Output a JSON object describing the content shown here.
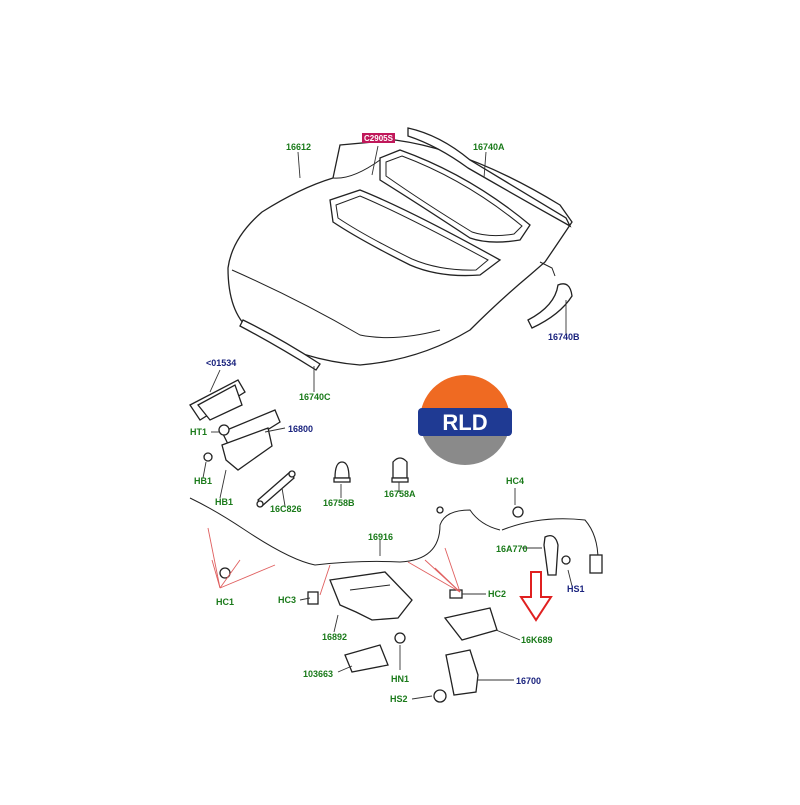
{
  "logo": {
    "text": "RLD",
    "colors": {
      "orange": "#ef6a22",
      "gray": "#8a8a8a",
      "blue": "#1f3a93"
    }
  },
  "highlight": {
    "text": "C2905S",
    "color": "#c0185a"
  },
  "labels": [
    {
      "id": "16612",
      "color": "#1a7a1a"
    },
    {
      "id": "16740A",
      "color": "#1a7a1a"
    },
    {
      "id": "16740B",
      "color": "#1a237e"
    },
    {
      "id": "16740C",
      "color": "#1a7a1a"
    },
    {
      "id": "<01534",
      "color": "#1a237e"
    },
    {
      "id": "HT1",
      "color": "#1a7a1a"
    },
    {
      "id": "16800",
      "color": "#1a237e"
    },
    {
      "id": "HB1",
      "color": "#1a7a1a"
    },
    {
      "id": "HB1",
      "color": "#1a7a1a"
    },
    {
      "id": "16C826",
      "color": "#1a7a1a"
    },
    {
      "id": "16758B",
      "color": "#1a7a1a"
    },
    {
      "id": "16758A",
      "color": "#1a7a1a"
    },
    {
      "id": "HC4",
      "color": "#1a7a1a"
    },
    {
      "id": "16916",
      "color": "#1a7a1a"
    },
    {
      "id": "16A770",
      "color": "#1a7a1a"
    },
    {
      "id": "HS1",
      "color": "#1a237e"
    },
    {
      "id": "HC1",
      "color": "#1a7a1a"
    },
    {
      "id": "HC3",
      "color": "#1a7a1a"
    },
    {
      "id": "HC2",
      "color": "#1a7a1a"
    },
    {
      "id": "16892",
      "color": "#1a7a1a"
    },
    {
      "id": "16K689",
      "color": "#1a7a1a"
    },
    {
      "id": "103663",
      "color": "#1a7a1a"
    },
    {
      "id": "HN1",
      "color": "#1a7a1a"
    },
    {
      "id": "16700",
      "color": "#1a237e"
    },
    {
      "id": "HS2",
      "color": "#1a7a1a"
    }
  ],
  "arrow_color": "#e02020"
}
